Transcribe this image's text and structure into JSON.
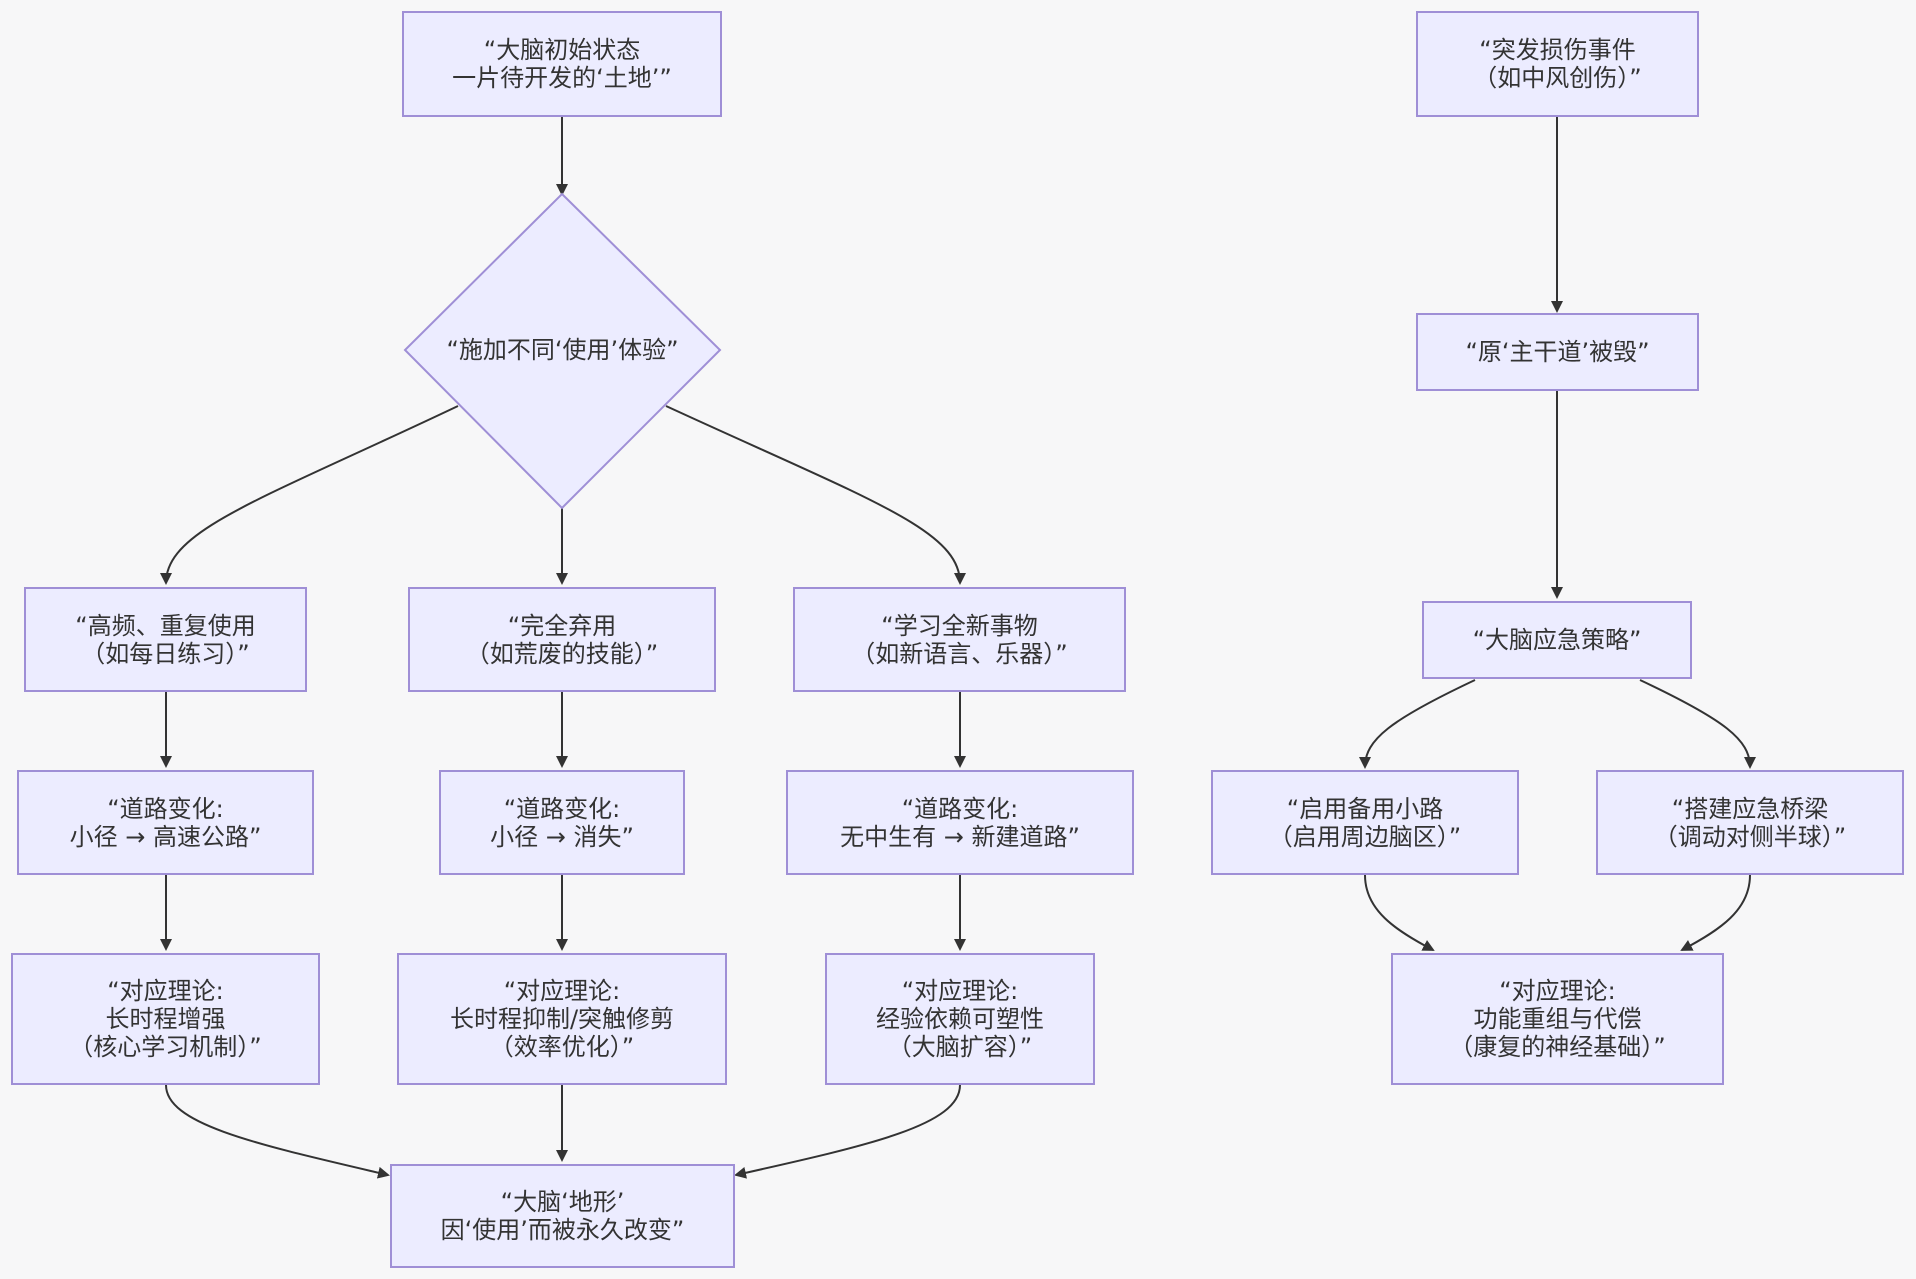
{
  "colors": {
    "node_fill": "#ececff",
    "node_border": "#9f8fd6",
    "edge": "#333333",
    "background": "#f7f7f8"
  },
  "nodes": {
    "initial": {
      "line1": "“大脑初始状态",
      "line2": "一片待开发的‘土地’”"
    },
    "decision": {
      "line1": "“施加不同‘使用’体验”"
    },
    "high_freq": {
      "line1": "“高频、重复使用",
      "line2": "（如每日练习）”"
    },
    "abandon": {
      "line1": "“完全弃用",
      "line2": "（如荒废的技能）”"
    },
    "learn_new": {
      "line1": "“学习全新事物",
      "line2": "（如新语言、乐器）”"
    },
    "road_highway": {
      "line1": "“道路变化:",
      "line2": "小径 → 高速公路”"
    },
    "road_vanish": {
      "line1": "“道路变化:",
      "line2": "小径 → 消失”"
    },
    "road_new": {
      "line1": "“道路变化:",
      "line2": "无中生有 → 新建道路”"
    },
    "theory_ltp": {
      "line1": "“对应理论:",
      "line2": "长时程增强",
      "line3": "（核心学习机制）”"
    },
    "theory_ltd": {
      "line1": "“对应理论:",
      "line2": "长时程抑制/突触修剪",
      "line3": "（效率优化）”"
    },
    "theory_exp": {
      "line1": "“对应理论:",
      "line2": "经验依赖可塑性",
      "line3": "（大脑扩容）”"
    },
    "result": {
      "line1": "“大脑‘地形’",
      "line2": "因‘使用’而被永久改变”"
    },
    "injury": {
      "line1": "“突发损伤事件",
      "line2": "（如中风创伤）”"
    },
    "road_destroyed": {
      "line1": "“原‘主干道’被毁”"
    },
    "emergency": {
      "line1": "“大脑应急策略”"
    },
    "backup_path": {
      "line1": "“启用备用小路",
      "line2": "（启用周边脑区）”"
    },
    "bridge": {
      "line1": "“搭建应急桥梁",
      "line2": "（调动对侧半球）”"
    },
    "theory_reorg": {
      "line1": "“对应理论:",
      "line2": "功能重组与代偿",
      "line3": "（康复的神经基础）”"
    }
  }
}
